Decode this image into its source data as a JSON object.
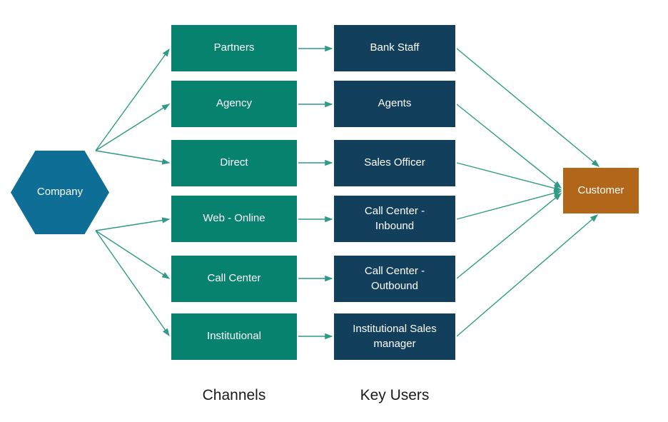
{
  "palette": {
    "company_fill": "#0e6e96",
    "channel_fill": "#07826f",
    "key_user_fill": "#123f5c",
    "customer_fill": "#b2661a",
    "arrow_color": "#2f9a86",
    "box_text_color": "#ffffff",
    "title_text_color": "#1a1a1a"
  },
  "diagram": {
    "company": {
      "label": "Company"
    },
    "channels": {
      "title": "Channels",
      "items": [
        "Partners",
        "Agency",
        "Direct",
        "Web - Online",
        "Call Center",
        "Institutional"
      ]
    },
    "key_users": {
      "title": "Key Users",
      "items": [
        "Bank Staff",
        "Agents",
        "Sales Officer",
        "Call Center -\nInbound",
        "Call Center -\nOutbound",
        "Institutional Sales\nmanager"
      ]
    },
    "customer": {
      "label": "Customer"
    }
  }
}
